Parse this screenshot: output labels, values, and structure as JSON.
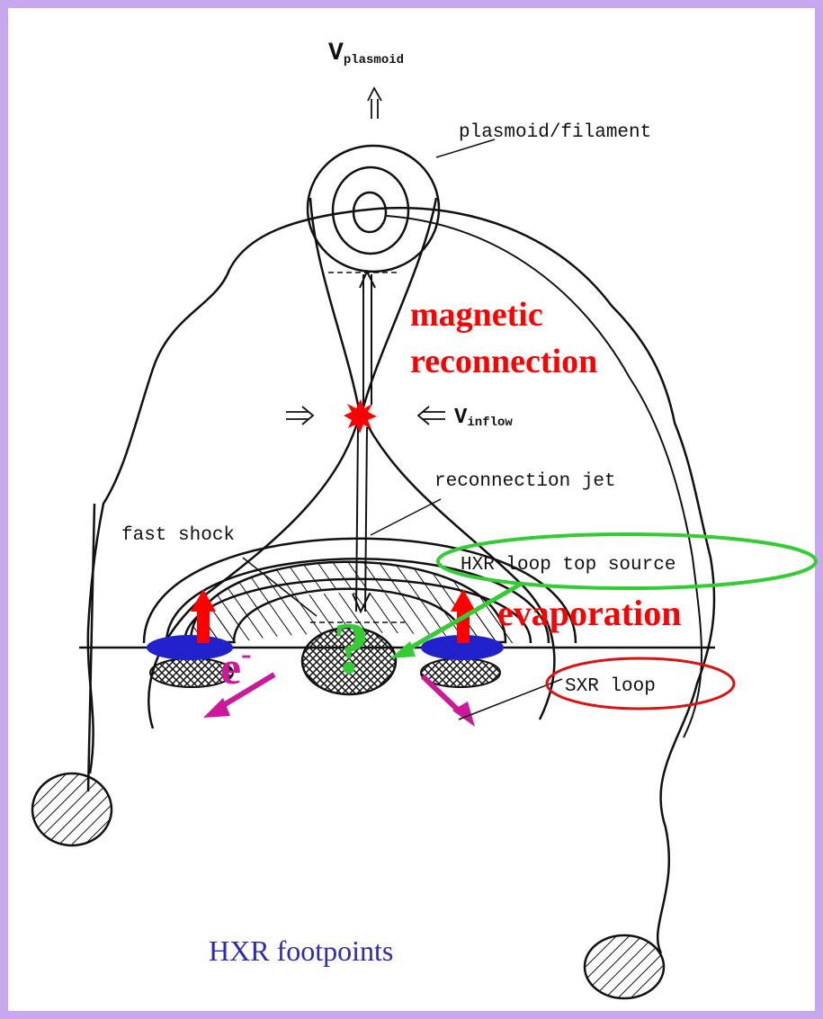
{
  "figure": {
    "frame_color": "#c7a7ef",
    "line_color": "#111111",
    "labels": {
      "v_plasmoid": "V",
      "v_plasmoid_sub": "plasmoid",
      "plasmoid_filament": "plasmoid/filament",
      "magnetic": "magnetic",
      "reconnection": "reconnection",
      "v_inflow": "V",
      "v_inflow_sub": "inflow",
      "reconnection_jet": "reconnection jet",
      "fast_shock": "fast shock",
      "hxr_loop_top_source": "HXR loop top source",
      "question_mark": "?",
      "electron": "e",
      "electron_sup": "-",
      "sxr_loop": "SXR loop",
      "evaporation": "evaporation",
      "hxr_footpoints": "HXR footpoints"
    },
    "colors": {
      "reconnection_text": "#ff0000",
      "evaporation_text": "#ff0000",
      "hxr_callout": "#33cc33",
      "sxr_callout": "#dd1111",
      "electron": "#cc1899",
      "electron_arrows": "#cc1899",
      "evaporation_arrows": "#ff0000",
      "footpoints": "#2222cc",
      "footpoints_text": "#2a2ab8",
      "reconnection_star": "#ff0000"
    }
  }
}
